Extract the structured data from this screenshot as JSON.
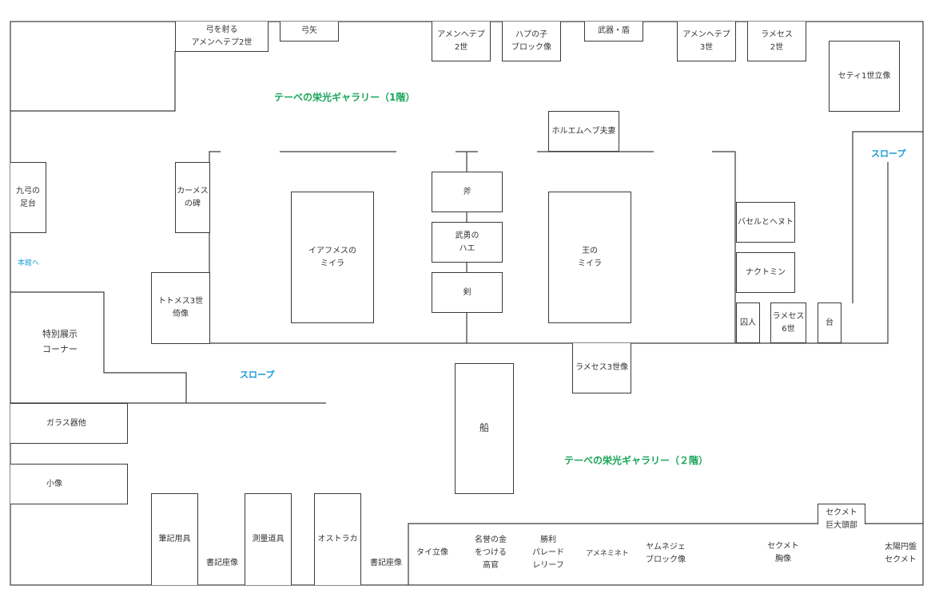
{
  "gallery_labels": {
    "floor1": "テーベの栄光ギャラリー（1階）",
    "floor2": "テーベの栄光ギャラリー（２階）"
  },
  "slope_labels": {
    "right": "スロープ",
    "left": "スロープ"
  },
  "link_label": "本館へ",
  "exhibits": {
    "archer": "弓を射る\nアメンヘテプ2世",
    "bow": "弓矢",
    "amenhotep2": "アメンヘテプ\n2世",
    "hapu_son": "ハプの子\nブロック像",
    "weapons_shield": "武器・盾",
    "amenhotep3": "アメンヘテプ\n3世",
    "ramses2": "ラメセス\n2世",
    "seti1": "セティ1世立像",
    "horemheb": "ホルエムヘブ夫妻",
    "bow_stand": "九弓の\n足台",
    "kamose_stele": "カーメス\nの碑",
    "iahmes_mummy": "イアフメスの\nミイラ",
    "axe": "斧",
    "valor_fly": "武勇の\nハエ",
    "sword": "剣",
    "king_mummy": "王の\nミイラ",
    "baser_henut": "バセルとヘヌト",
    "nakhtmin": "ナクトミン",
    "prisoner": "囚人",
    "ramses6": "ラメセス\n6世",
    "stand": "台",
    "thutmose3": "トトメス3世\n倚像",
    "ramses3": "ラメセス3世像",
    "ship": "船",
    "special": "特別展示\nコーナー",
    "glass": "ガラス器他",
    "statuettes": "小像",
    "writing_tools": "筆記用具",
    "survey_tools": "測量道具",
    "ostraca": "オストラカ",
    "scribe1": "書記座像",
    "scribe2": "書記座像",
    "tai_statue": "タイ立像",
    "gold_honor": "名誉の金\nをつける\n高官",
    "victory_relief": "勝利\nパレード\nレリーフ",
    "amenemipet": "アメネミネト",
    "yamnejeh": "ヤムネジェ\nブロック像",
    "sekhmet_bust": "セクメト\n胸像",
    "sekhmet_head": "セクメト\n巨大頭部",
    "sekhmet_sun": "太陽円盤\nセクメト"
  }
}
